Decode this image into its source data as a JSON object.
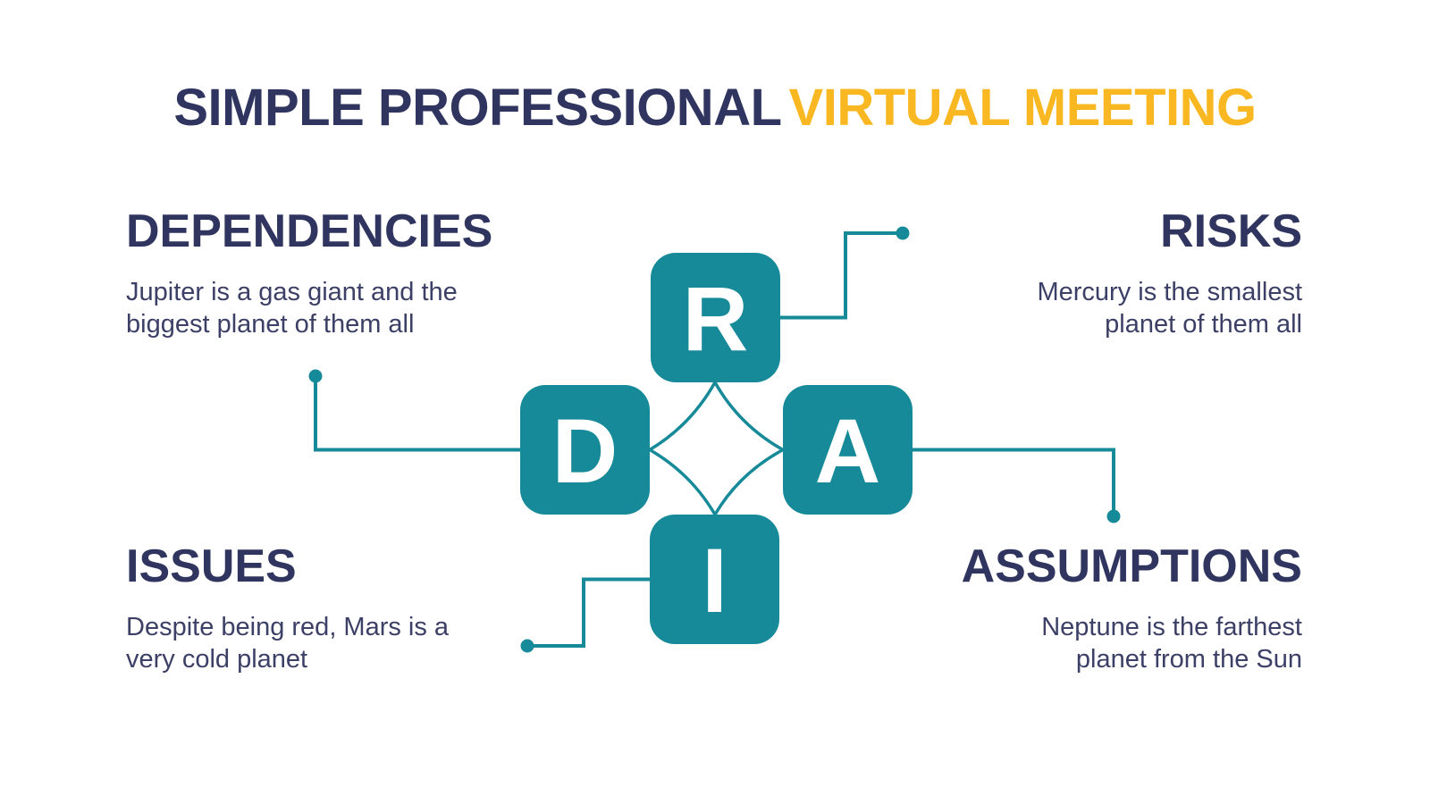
{
  "title": {
    "part1": "SIMPLE PROFESSIONAL",
    "part2": "VIRTUAL MEETING"
  },
  "colors": {
    "teal": "#178a99",
    "navy_heading": "#303560",
    "body_text": "#3c4066",
    "yellow": "#f9b821",
    "background": "#ffffff"
  },
  "diagram": {
    "letters": {
      "top": "R",
      "left": "D",
      "right": "A",
      "bottom": "I"
    }
  },
  "sections": [
    {
      "id": "dependencies",
      "heading": "DEPENDENCIES",
      "lines": [
        "Jupiter is a gas giant and the",
        "biggest planet of them all"
      ]
    },
    {
      "id": "risks",
      "heading": "RISKS",
      "lines": [
        "Mercury is the smallest",
        "planet of them all"
      ]
    },
    {
      "id": "issues",
      "heading": "ISSUES",
      "lines": [
        "Despite being red, Mars is a",
        "very cold planet"
      ]
    },
    {
      "id": "assumptions",
      "heading": "ASSUMPTIONS",
      "lines": [
        "Neptune is the farthest",
        "planet from the Sun"
      ]
    }
  ]
}
